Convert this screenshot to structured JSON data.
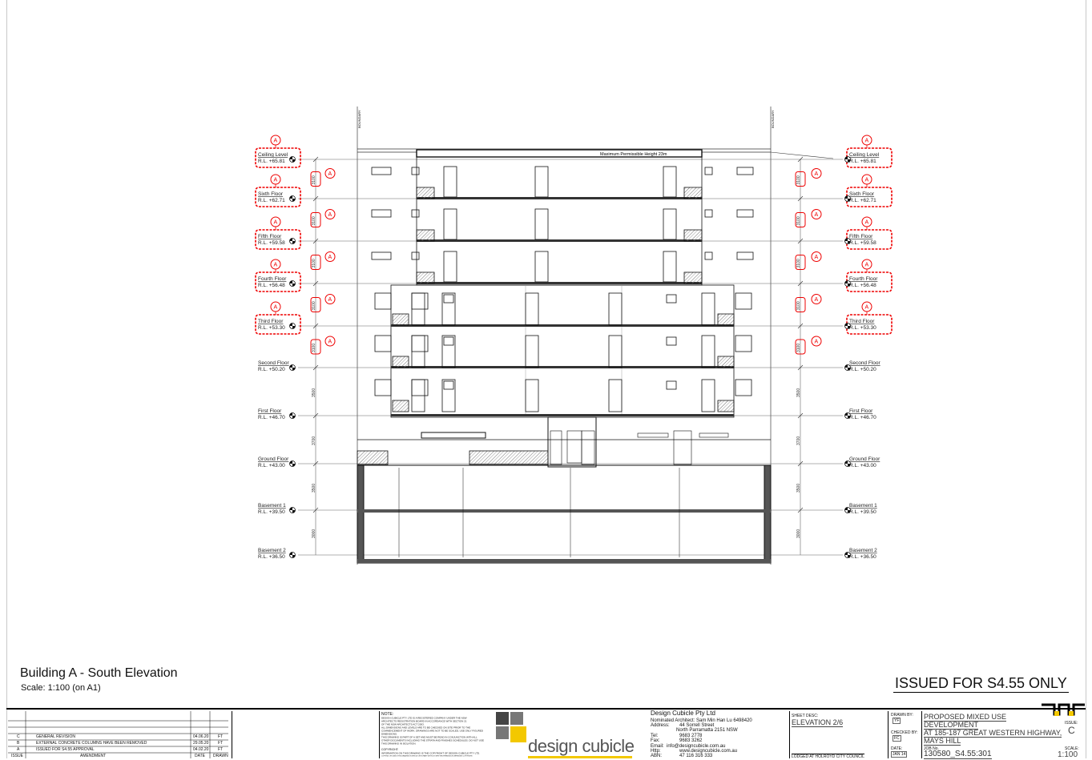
{
  "drawing": {
    "title": "Building A - South Elevation",
    "scale": "Scale: 1:100 (on A1)",
    "issued_banner": "ISSUED FOR S4.55 ONLY",
    "max_height_label": "Maximum Permissible Height 23m",
    "boundary_label": "BOUNDARY",
    "revision_tag": "A",
    "levels_left": [
      {
        "name": "Ceiling Level",
        "rl": "R.L. +65.81"
      },
      {
        "name": "Sixth Floor",
        "rl": "R.L. +62.71"
      },
      {
        "name": "Fifth Floor",
        "rl": "R.L. +59.58"
      },
      {
        "name": "Fourth Floor",
        "rl": "R.L. +56.48"
      },
      {
        "name": "Third Floor",
        "rl": "R.L. +53.30"
      },
      {
        "name": "Second Floor",
        "rl": "R.L. +50.20"
      },
      {
        "name": "First Floor",
        "rl": "R.L. +46.70"
      },
      {
        "name": "Ground Floor",
        "rl": "R.L. +43.00"
      },
      {
        "name": "Basement 1",
        "rl": "R.L. +39.50"
      },
      {
        "name": "Basement 2",
        "rl": "R.L. +36.50"
      }
    ],
    "levels_right": [
      {
        "name": "Ceiling Level",
        "rl": "R.L. +65.81"
      },
      {
        "name": "Sixth Floor",
        "rl": "R.L. +62.71"
      },
      {
        "name": "Fifth Floor",
        "rl": "R.L. +59.58"
      },
      {
        "name": "Fourth Floor",
        "rl": "R.L. +56.48"
      },
      {
        "name": "Third Floor",
        "rl": "R.L. +53.30"
      },
      {
        "name": "Second Floor",
        "rl": "R.L. +50.20"
      },
      {
        "name": "First Floor",
        "rl": "R.L. +46.70"
      },
      {
        "name": "Ground Floor",
        "rl": "R.L. +43.00"
      },
      {
        "name": "Basement 1",
        "rl": "R.L. +39.50"
      },
      {
        "name": "Basement 2",
        "rl": "R.L. +36.50"
      }
    ],
    "dims": [
      "3100",
      "3100",
      "3100",
      "3100",
      "3100",
      "3500",
      "3700",
      "3500",
      "3000"
    ]
  },
  "title_block": {
    "amendments": [
      {
        "issue": "C",
        "amendment": "GENERAL REVISION",
        "date": "04.06.20",
        "drawn": "FT"
      },
      {
        "issue": "B",
        "amendment": "EXTERNAL CONCRETE COLUMNS HAVE BEEN REMOVED",
        "date": "29.05.20",
        "drawn": "FT"
      },
      {
        "issue": "A",
        "amendment": "ISSUED FOR S4.55 APPROVAL",
        "date": "04.02.20",
        "drawn": "FT"
      }
    ],
    "amend_headers": {
      "issue": "ISSUE",
      "amendment": "AMENDMENT",
      "date": "DATE",
      "drawn": "DRAWN"
    },
    "note_head": "NOTE:",
    "note_lines": [
      "DESIGN CUBICLE PTY LTD IS A REGISTERED COMPANY UNDER THE NSW",
      "ARCHITECTS REGISTRATION BOARD IN ACCORDANCE WITH SECTION 21",
      "OF THE NSW ARCHITECTS ACT 2003.",
      "ALL DIMENSIONS AND LEVELS ARE TO BE CHECKED ON SITE PRIOR TO THE",
      "COMMENCEMENT OF WORK. DRAWINGS ARE NOT TO BE SCALED, USE ONLY FIGURED",
      "DIMENSIONS.",
      "THIS DRAWING IS PART OF A SET AND MUST BE READ IN CONJUNCTION WITH ALL",
      "OTHER DOCUMENTS INCLUDING THE STRATA AND FINISHES SCHEDULES. DO NOT USE",
      "THIS DRAWING IN ISOLATION."
    ],
    "copyright_head": "COPYRIGHT:",
    "copyright_lines": [
      "INFORMATION ON THIS DRAWING IS THE COPYRIGHT OF DESIGN CUBICLE PTY LTD.",
      "COPYING OR USING THIS DRAWING IN WHOLE OR IN PART WITHOUT WRITTEN PERMISSION INFRINGES COPYRIGHT."
    ],
    "logo_text": "design cubicle",
    "company": {
      "name": "Design Cubicle Pty Ltd",
      "architect": "Nominated Architect: Sam Min Han Lu 6498420",
      "address_label": "Address:",
      "address_1": "44 Sorrell Street",
      "address_2": "North Parramatta 2151 NSW",
      "tel_label": "Tel:",
      "tel": "9683 2778",
      "fax_label": "Fax:",
      "fax": "9683 3262",
      "email_label": "Email:",
      "email": "info@designcubicle.com.au",
      "http_label": "Http:",
      "http": "www.designcubicle.com.au",
      "abn_label": "ABN:",
      "abn": "47 116 316 333"
    },
    "sheet_desc_label": "SHEET DESC:",
    "sheet_desc": "ELEVATION 2/6",
    "lodged": "LODGED AT HOLROYD CITY COUNCIL",
    "drawn_by_label": "DRAWN BY:",
    "drawn_by": "YF",
    "checked_by_label": "CHECKED BY:",
    "checked_by": "FC",
    "date_label": "DATE:",
    "date": "JAN 14",
    "project_lines": [
      "PROPOSED MIXED USE",
      "DEVELOPMENT",
      "AT 185-187 GREAT WESTERN HIGHWAY,",
      "MAYS HILL"
    ],
    "job_label": "JOB No.",
    "job_no": "130580_S4.55:301",
    "issue_label": "ISSUE:",
    "issue": "C",
    "scale_label": "SCALE:",
    "scale": "1:100"
  }
}
